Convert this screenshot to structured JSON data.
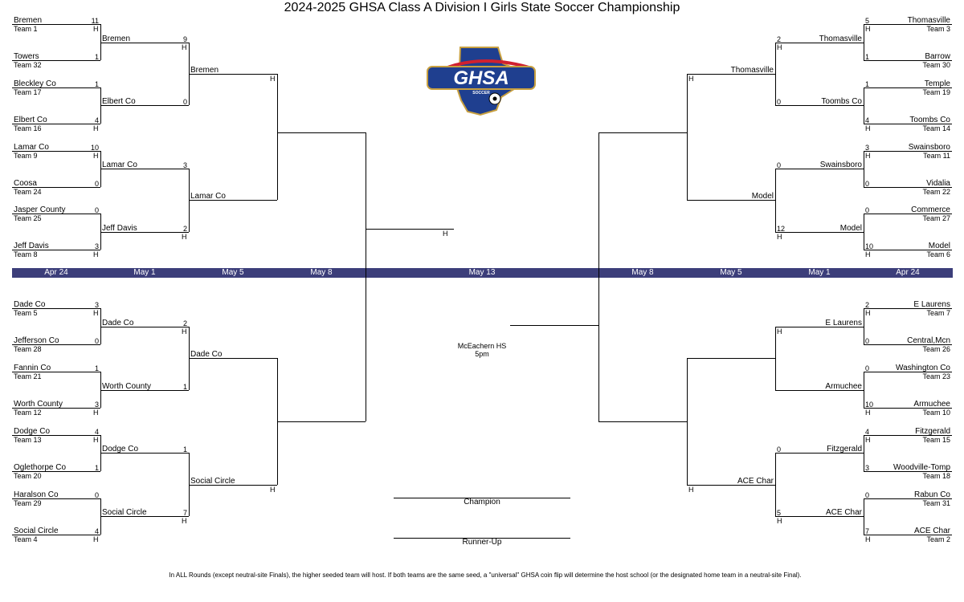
{
  "title": "2024-2025 GHSA Class A Division I Girls State Soccer Championship",
  "colors": {
    "date_bar": "#3c3e7a",
    "logo_blue": "#1f3f8f",
    "logo_red": "#d02030",
    "logo_gold": "#c8a040"
  },
  "logo": {
    "main_text": "GHSA",
    "sub_text": "SOCCER"
  },
  "dates": {
    "left": [
      "Apr 24",
      "May 1",
      "May 5",
      "May 8"
    ],
    "center": "May 13",
    "right": [
      "May 8",
      "May 5",
      "May 1",
      "Apr 24"
    ]
  },
  "final_game": {
    "venue": "McEachern HS",
    "time": "5pm",
    "host_marker": "H"
  },
  "champion_label": "Champion",
  "runner_up_label": "Runner-Up",
  "footnote": "In ALL Rounds (except neutral-site Finals), the higher seeded team will host. If both teams are the same seed, a \"universal\" GHSA coin flip will determine the host school (or the designated home team in a neutral-site Final).",
  "left_bracket": {
    "round1": [
      {
        "team": "Bremen",
        "seed": "Team 1",
        "score": "11",
        "host": "H"
      },
      {
        "team": "Towers",
        "seed": "Team 32",
        "score": "1",
        "host": ""
      },
      {
        "team": "Bleckley Co",
        "seed": "Team 17",
        "score": "1",
        "host": ""
      },
      {
        "team": "Elbert Co",
        "seed": "Team 16",
        "score": "4",
        "host": "H"
      },
      {
        "team": "Lamar Co",
        "seed": "Team 9",
        "score": "10",
        "host": "H"
      },
      {
        "team": "Coosa",
        "seed": "Team 24",
        "score": "0",
        "host": ""
      },
      {
        "team": "Jasper County",
        "seed": "Team 25",
        "score": "0",
        "host": ""
      },
      {
        "team": "Jeff Davis",
        "seed": "Team 8",
        "score": "3",
        "host": "H"
      },
      {
        "team": "Dade Co",
        "seed": "Team 5",
        "score": "3",
        "host": "H"
      },
      {
        "team": "Jefferson Co",
        "seed": "Team 28",
        "score": "0",
        "host": ""
      },
      {
        "team": "Fannin Co",
        "seed": "Team 21",
        "score": "1",
        "host": ""
      },
      {
        "team": "Worth County",
        "seed": "Team 12",
        "score": "3",
        "host": "H"
      },
      {
        "team": "Dodge Co",
        "seed": "Team 13",
        "score": "4",
        "host": "H"
      },
      {
        "team": "Oglethorpe Co",
        "seed": "Team 20",
        "score": "1",
        "host": ""
      },
      {
        "team": "Haralson Co",
        "seed": "Team 29",
        "score": "0",
        "host": ""
      },
      {
        "team": "Social Circle",
        "seed": "Team 4",
        "score": "4",
        "host": "H"
      }
    ],
    "round2": [
      {
        "team": "Bremen",
        "score": "9",
        "host": "H"
      },
      {
        "team": "Elbert Co",
        "score": "0",
        "host": ""
      },
      {
        "team": "Lamar Co",
        "score": "3",
        "host": ""
      },
      {
        "team": "Jeff Davis",
        "score": "2",
        "host": "H"
      },
      {
        "team": "Dade Co",
        "score": "2",
        "host": "H"
      },
      {
        "team": "Worth County",
        "score": "1",
        "host": ""
      },
      {
        "team": "Dodge Co",
        "score": "1",
        "host": ""
      },
      {
        "team": "Social Circle",
        "score": "7",
        "host": "H"
      }
    ],
    "round3": [
      {
        "team": "Bremen",
        "host": "H"
      },
      {
        "team": "Lamar Co",
        "host": ""
      },
      {
        "team": "Dade Co",
        "host": ""
      },
      {
        "team": "Social Circle",
        "host": "H"
      }
    ]
  },
  "right_bracket": {
    "round1": [
      {
        "team": "Thomasville",
        "seed": "Team 3",
        "score": "5",
        "host": "H"
      },
      {
        "team": "Barrow",
        "seed": "Team 30",
        "score": "1",
        "host": ""
      },
      {
        "team": "Temple",
        "seed": "Team 19",
        "score": "1",
        "host": ""
      },
      {
        "team": "Toombs Co",
        "seed": "Team 14",
        "score": "4",
        "host": "H"
      },
      {
        "team": "Swainsboro",
        "seed": "Team 11",
        "score": "3",
        "host": "H"
      },
      {
        "team": "Vidalia",
        "seed": "Team 22",
        "score": "0",
        "host": ""
      },
      {
        "team": "Commerce",
        "seed": "Team 27",
        "score": "0",
        "host": ""
      },
      {
        "team": "Model",
        "seed": "Team 6",
        "score": "10",
        "host": "H"
      },
      {
        "team": "E Laurens",
        "seed": "Team 7",
        "score": "2",
        "host": "H"
      },
      {
        "team": "Central,Mcn",
        "seed": "Team 26",
        "score": "0",
        "host": ""
      },
      {
        "team": "Washington Co",
        "seed": "Team 23",
        "score": "0",
        "host": ""
      },
      {
        "team": "Armuchee",
        "seed": "Team 10",
        "score": "10",
        "host": "H"
      },
      {
        "team": "Fitzgerald",
        "seed": "Team 15",
        "score": "4",
        "host": "H"
      },
      {
        "team": "Woodville-Tomp",
        "seed": "Team 18",
        "score": "3",
        "host": ""
      },
      {
        "team": "Rabun Co",
        "seed": "Team 31",
        "score": "0",
        "host": ""
      },
      {
        "team": "ACE Char",
        "seed": "Team 2",
        "score": "7",
        "host": "H"
      }
    ],
    "round2": [
      {
        "team": "Thomasville",
        "score": "2",
        "host": "H"
      },
      {
        "team": "Toombs Co",
        "score": "0",
        "host": ""
      },
      {
        "team": "Swainsboro",
        "score": "0",
        "host": ""
      },
      {
        "team": "Model",
        "score": "12",
        "host": "H"
      },
      {
        "team": "E Laurens",
        "score": "",
        "host": "H"
      },
      {
        "team": "Armuchee",
        "score": "",
        "host": ""
      },
      {
        "team": "Fitzgerald",
        "score": "0",
        "host": ""
      },
      {
        "team": "ACE Char",
        "score": "5",
        "host": "H"
      }
    ],
    "round3": [
      {
        "team": "Thomasville",
        "host": "H"
      },
      {
        "team": "Model",
        "host": ""
      },
      {
        "team": "",
        "host": ""
      },
      {
        "team": "ACE Char",
        "host": "H"
      }
    ]
  }
}
